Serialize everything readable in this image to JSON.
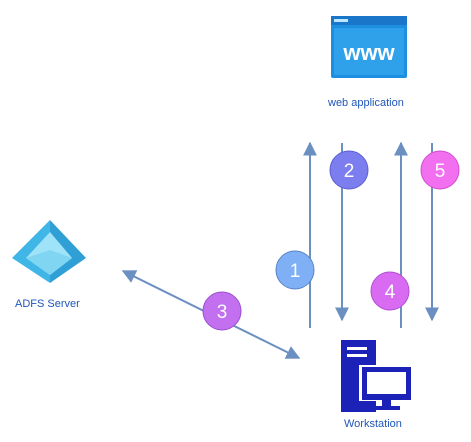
{
  "nodes": {
    "web_app": {
      "label": "web application",
      "icon": "web-browser-www-icon",
      "icon_text": "www"
    },
    "adfs": {
      "label": "ADFS Server",
      "icon": "azure-ad-pyramid-icon"
    },
    "workstation": {
      "label": "Workstation",
      "icon": "desktop-computer-icon"
    }
  },
  "steps": [
    {
      "number": "1",
      "color": "#7fb0f5",
      "direction": "workstation-to-web"
    },
    {
      "number": "2",
      "color": "#7c7ef0",
      "direction": "web-to-workstation"
    },
    {
      "number": "3",
      "color": "#c26ff0",
      "direction": "adfs-and-workstation"
    },
    {
      "number": "4",
      "color": "#d96bf2",
      "direction": "workstation-to-web"
    },
    {
      "number": "5",
      "color": "#f26ff0",
      "direction": "web-to-workstation"
    }
  ],
  "colors": {
    "arrow": "#6b8fc0",
    "label_text": "#1f56b8",
    "web_icon": "#1d8fe0",
    "workstation_icon": "#1c22b8",
    "adfs_dark": "#2aa6d8",
    "adfs_light": "#9fe3f8"
  }
}
